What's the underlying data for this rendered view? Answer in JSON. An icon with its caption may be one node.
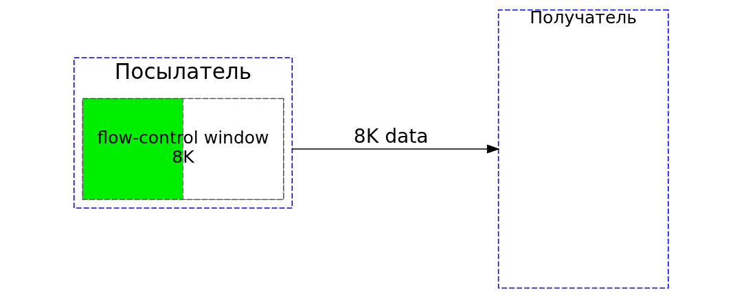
{
  "diagram": {
    "nodes": [
      {
        "text": [
          "Посылатель"
        ]
      },
      {
        "text": [
          "flow-control window",
          "8K"
        ],
        "in": 0
      },
      {
        "text": [
          "Получатель"
        ]
      }
    ],
    "edges": [
      {
        "from": 0,
        "to": 2,
        "arrow": "to",
        "label": "8K data"
      }
    ]
  }
}
